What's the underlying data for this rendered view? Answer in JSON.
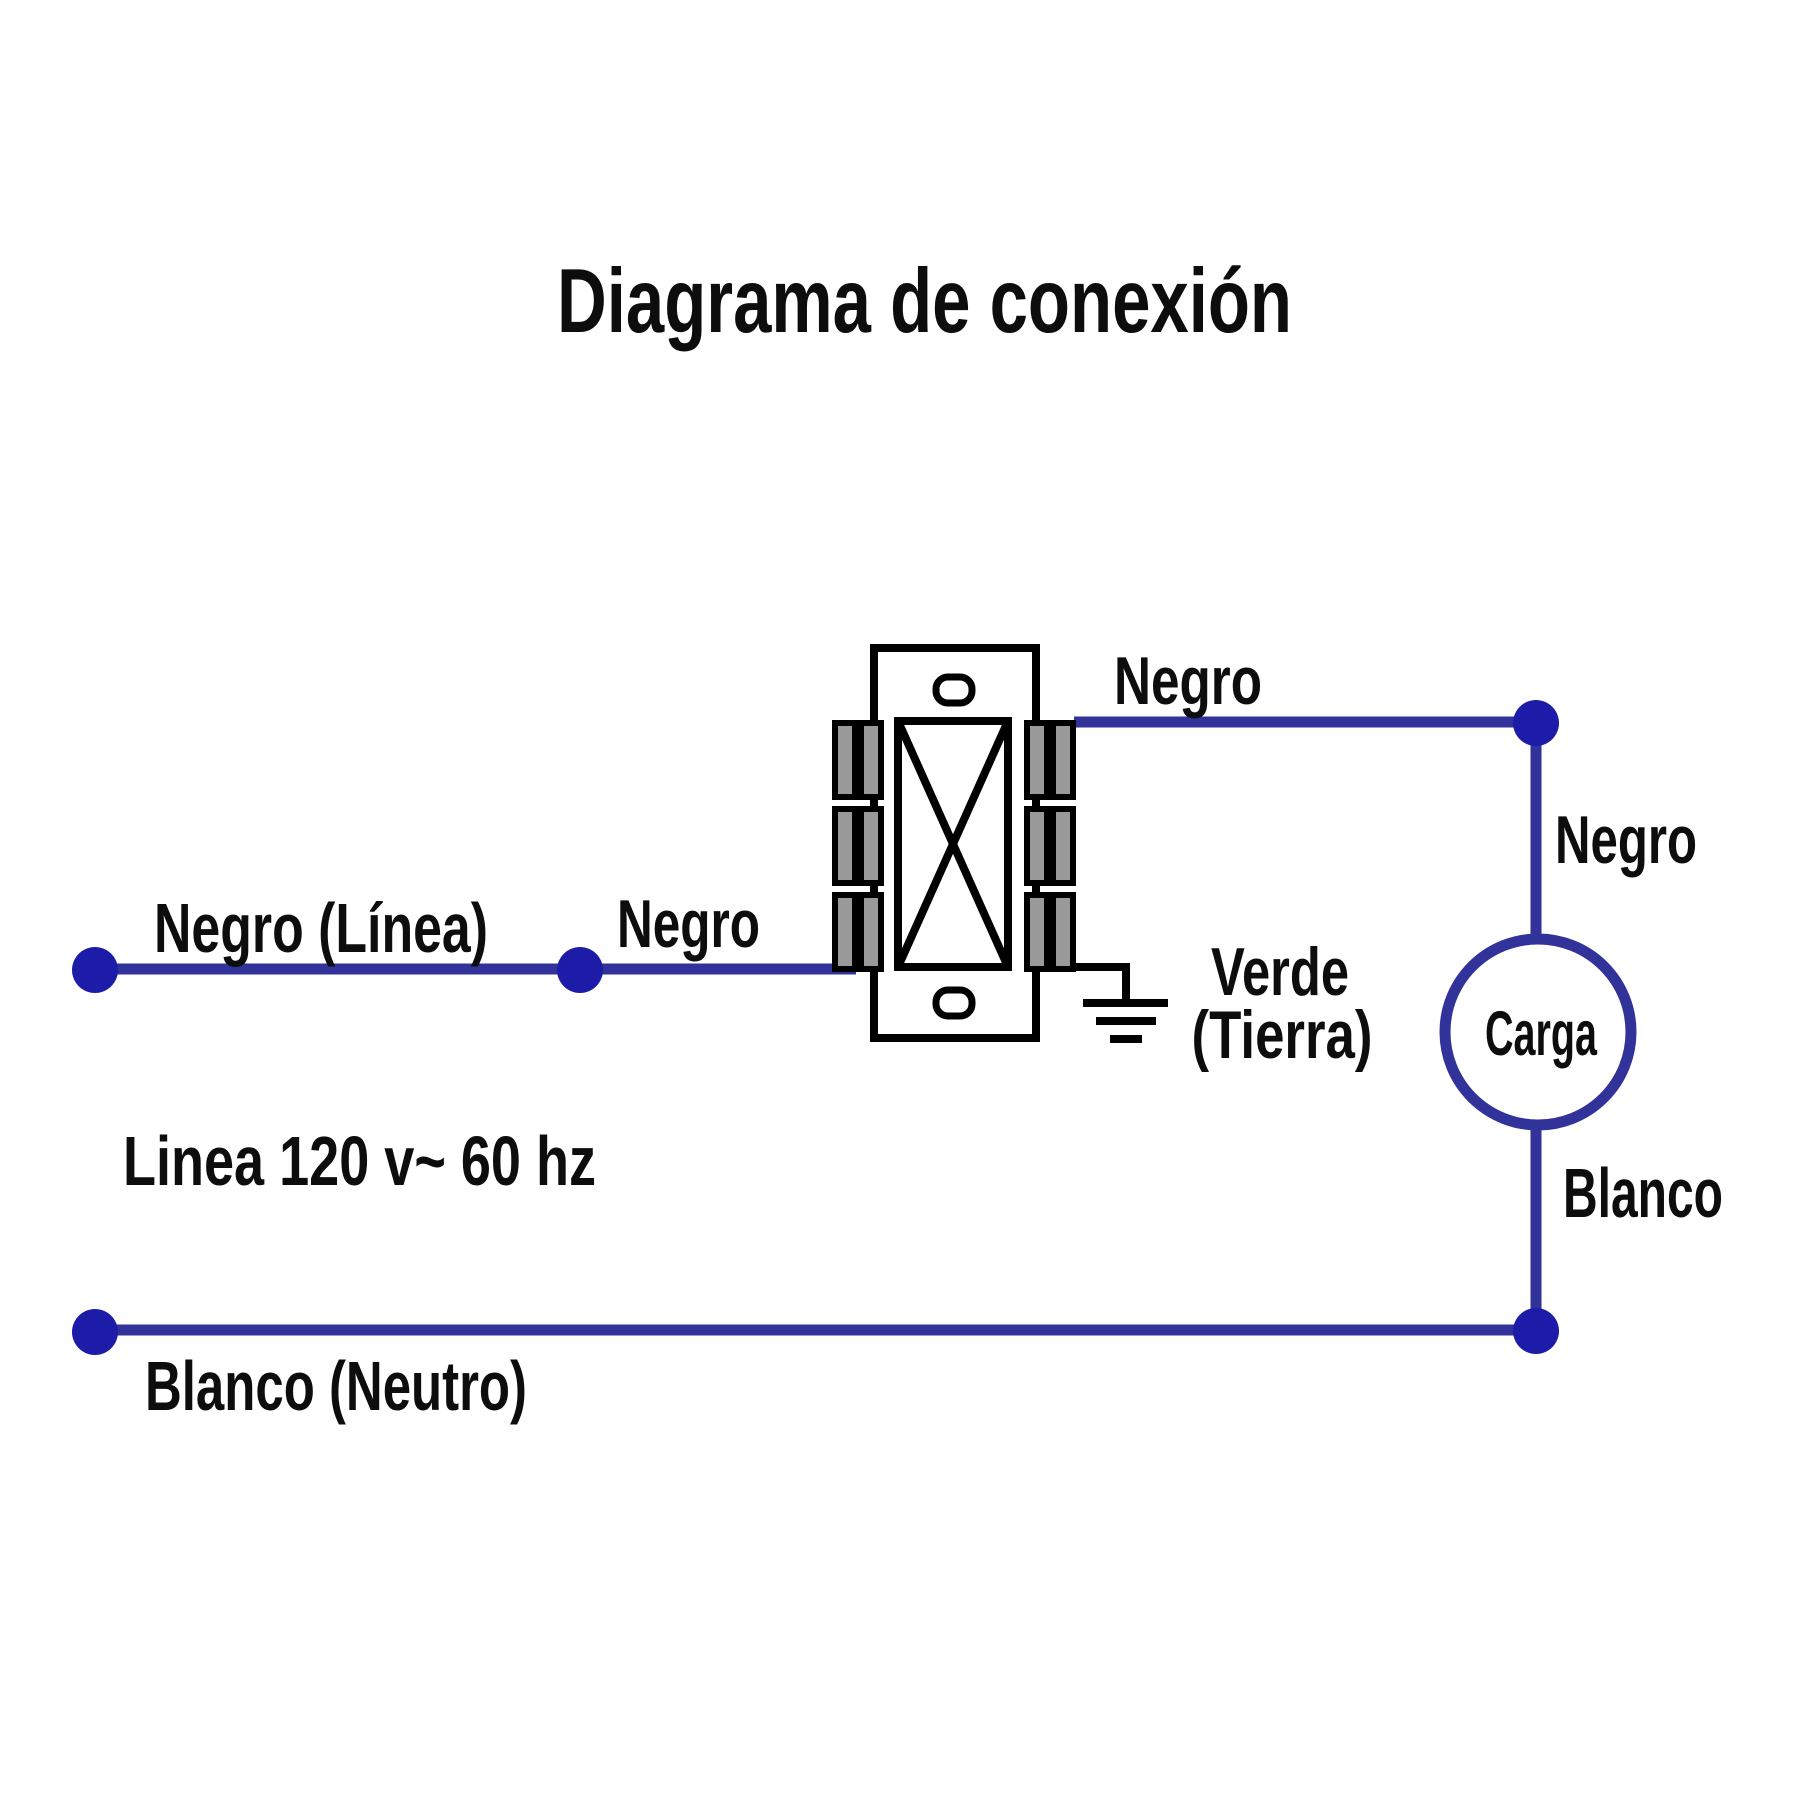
{
  "title": "Diagrama de conexión",
  "labels": {
    "line_left": "Negro (Línea)",
    "negro_mid": "Negro",
    "negro_top": "Negro",
    "negro_right": "Negro",
    "verde_line1": "Verde",
    "verde_line2": "(Tierra)",
    "carga": "Carga",
    "blanco_right": "Blanco",
    "neutral_bottom": "Blanco (Neutro)",
    "line_specs": "Linea 120 v~ 60 hz"
  },
  "colors": {
    "wire_blue": "#32329B",
    "dot_blue": "#1C1CA8",
    "terminal_gray": "#999999",
    "outline_black": "#000000",
    "text_black": "#0d0d0d",
    "background": "#ffffff"
  }
}
